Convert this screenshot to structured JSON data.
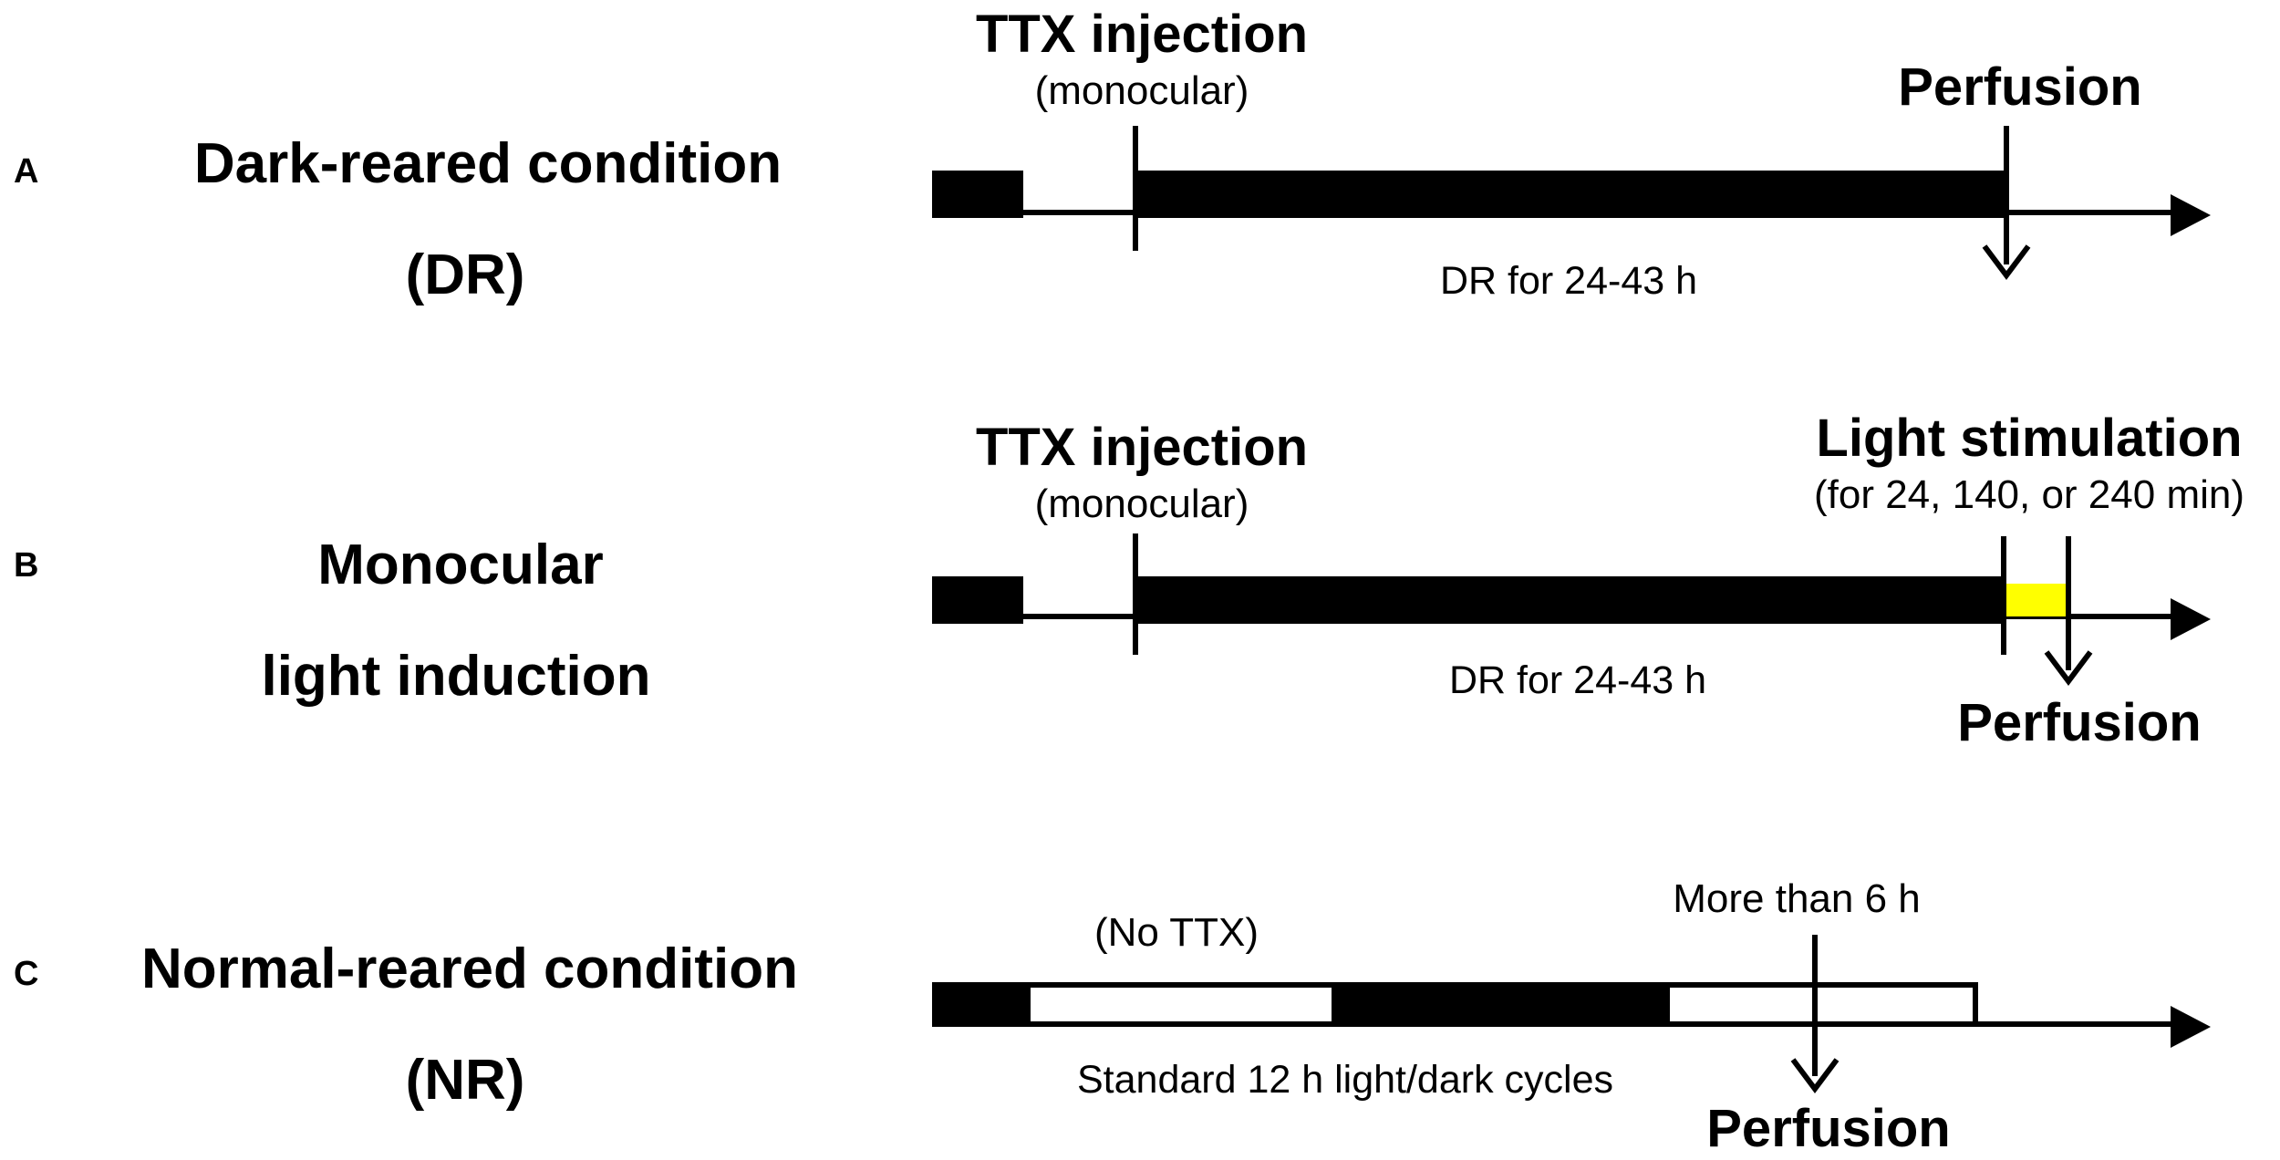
{
  "panels": {
    "a": {
      "letter": "A",
      "title_line1": "Dark-reared condition",
      "title_line2": "(DR)",
      "event1_title": "TTX injection",
      "event1_sub": "(monocular)",
      "event2_title": "Perfusion",
      "duration_label": "DR for 24-43 h"
    },
    "b": {
      "letter": "B",
      "title_line1": "Monocular",
      "title_line2": "light induction",
      "event1_title": "TTX injection",
      "event1_sub": "(monocular)",
      "event2_title": "Light stimulation",
      "event2_sub": "(for 24, 140, or 240 min)",
      "event3_title": "Perfusion",
      "duration_label": "DR  for 24-43 h",
      "light_color": "#ffff00"
    },
    "c": {
      "letter": "C",
      "title_line1": "Normal-reared condition",
      "title_line2": "(NR)",
      "note": "(No TTX)",
      "interval_label": "More than 6 h",
      "event_title": "Perfusion",
      "cycle_label": "Standard 12 h light/dark cycles"
    }
  }
}
